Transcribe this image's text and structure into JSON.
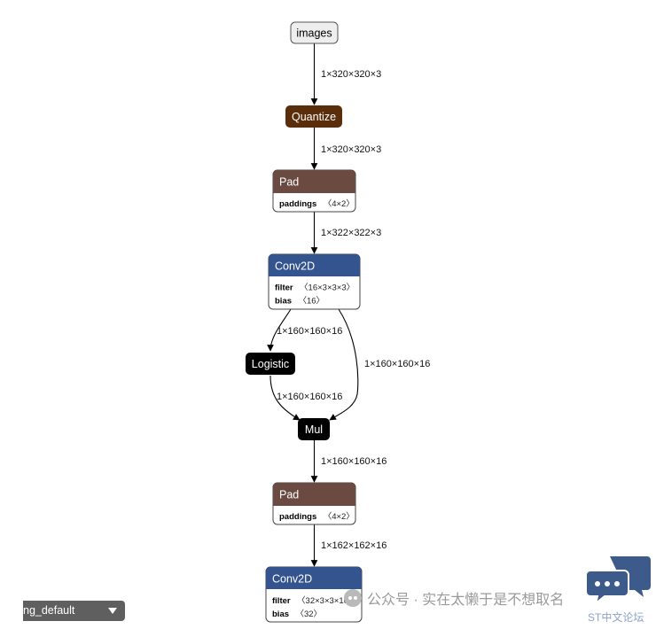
{
  "nodes": {
    "images": {
      "title": "images",
      "fill": "#eeeeee",
      "text_color": "#000000"
    },
    "quantize": {
      "title": "Quantize",
      "fill": "#5a2e0a",
      "text_color": "#ffffff"
    },
    "pad1": {
      "title": "Pad",
      "header_fill": "#6b4a42",
      "text_color": "#ffffff",
      "attrs": [
        {
          "key": "paddings",
          "value": "〈4×2〉"
        }
      ]
    },
    "conv1": {
      "title": "Conv2D",
      "header_fill": "#33548f",
      "text_color": "#ffffff",
      "attrs": [
        {
          "key": "filter",
          "value": "〈16×3×3×3〉"
        },
        {
          "key": "bias",
          "value": "〈16〉"
        }
      ]
    },
    "logistic": {
      "title": "Logistic",
      "fill": "#000000",
      "text_color": "#ffffff"
    },
    "mul": {
      "title": "Mul",
      "fill": "#000000",
      "text_color": "#ffffff"
    },
    "pad2": {
      "title": "Pad",
      "header_fill": "#6b4a42",
      "text_color": "#ffffff",
      "attrs": [
        {
          "key": "paddings",
          "value": "〈4×2〉"
        }
      ]
    },
    "conv2": {
      "title": "Conv2D",
      "header_fill": "#33548f",
      "text_color": "#ffffff",
      "attrs": [
        {
          "key": "filter",
          "value": "〈32×3×3×16〉"
        },
        {
          "key": "bias",
          "value": "〈32〉"
        }
      ]
    }
  },
  "edges": {
    "images_quantize": "1×320×320×3",
    "quantize_pad1": "1×320×320×3",
    "pad1_conv1": "1×322×322×3",
    "conv1_logistic": "1×160×160×16",
    "conv1_mul": "1×160×160×16",
    "logistic_mul": "1×160×160×16",
    "mul_pad2": "1×160×160×16",
    "pad2_conv2": "1×162×162×16"
  },
  "dropdown": {
    "label": "ng_default"
  },
  "watermark": {
    "text": "公众号 · 实在太懒于是不想取名"
  },
  "st_logo": {
    "text": "ST中文论坛",
    "color": "#3c5a8a"
  }
}
